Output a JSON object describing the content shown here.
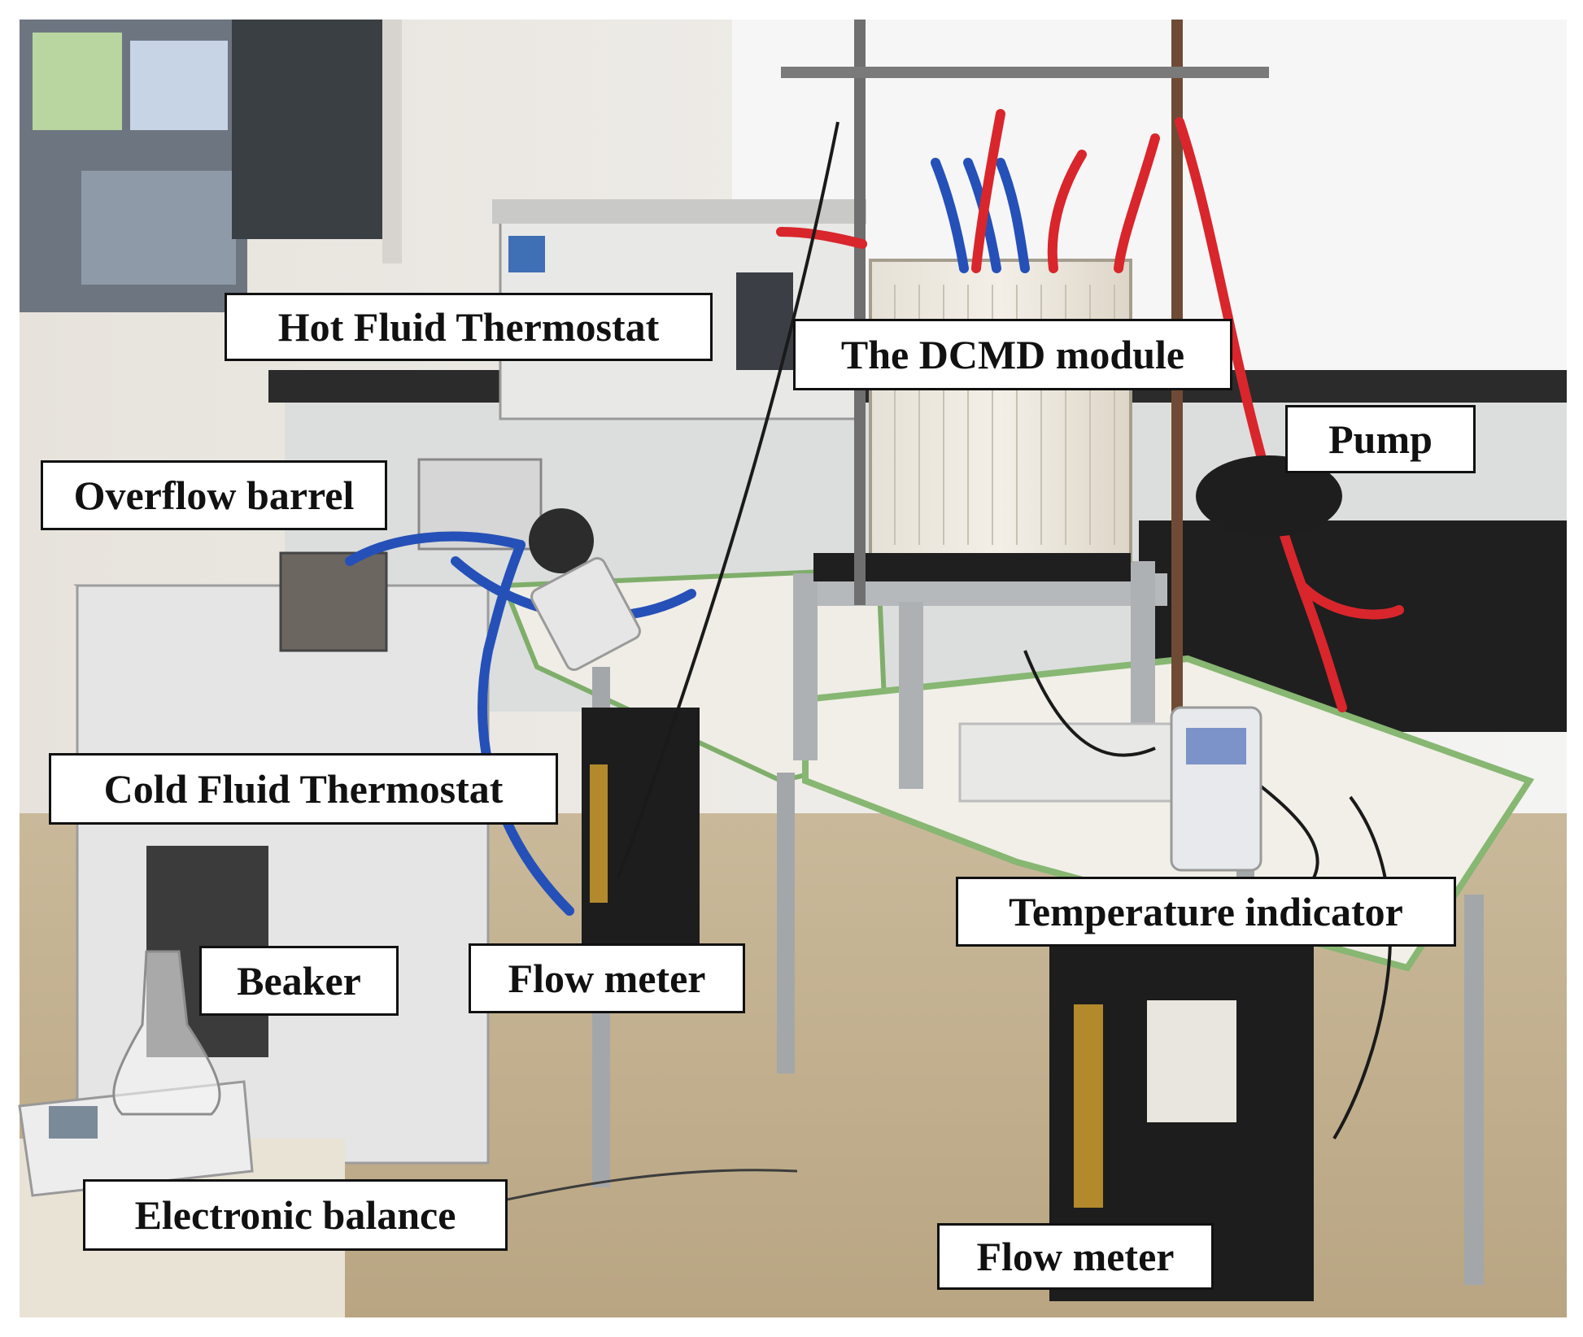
{
  "figure": {
    "labels": {
      "hot_fluid_thermostat": "Hot Fluid Thermostat",
      "dcmd_module": "The DCMD module",
      "pump": "Pump",
      "overflow_barrel": "Overflow barrel",
      "cold_fluid_thermostat": "Cold Fluid Thermostat",
      "beaker": "Beaker",
      "flow_meter_left": "Flow meter",
      "temperature_indicator": "Temperature indicator",
      "electronic_balance": "Electronic balance",
      "flow_meter_right": "Flow meter"
    },
    "colors": {
      "label_background": "#ffffff",
      "label_border": "#111111",
      "label_text": "#111111",
      "hot_tube": "#d8262c",
      "cold_tube": "#2550b8"
    }
  }
}
